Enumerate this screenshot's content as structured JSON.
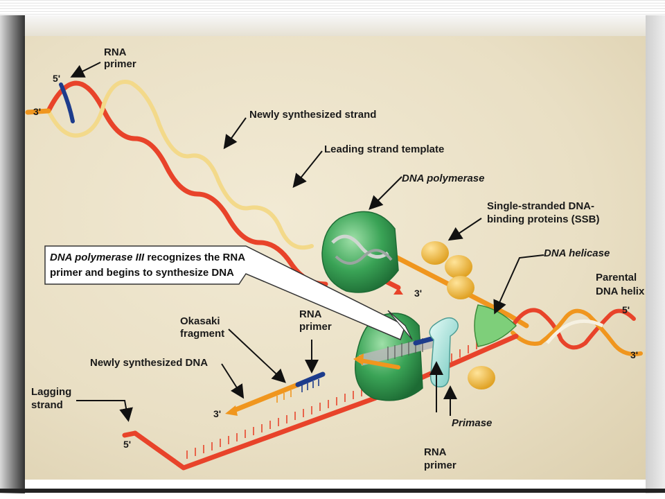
{
  "labels": {
    "rna_primer_top": [
      "RNA",
      "primer"
    ],
    "newly_synthesized_strand": "Newly synthesized strand",
    "leading_strand_template": "Leading strand template",
    "dna_polymerase": "DNA polymerase",
    "ssb": [
      "Single-stranded DNA-",
      "binding proteins (SSB)"
    ],
    "dna_helicase": "DNA helicase",
    "parental_helix": [
      "Parental",
      "DNA helix"
    ],
    "okazaki_fragment": [
      "Okasaki",
      "fragment"
    ],
    "rna_primer_mid": [
      "RNA",
      "primer"
    ],
    "newly_synthesized_dna": "Newly synthesized DNA",
    "lagging_strand": [
      "Lagging",
      "strand"
    ],
    "primase": "Primase",
    "rna_primer_bottom": [
      "RNA",
      "primer"
    ]
  },
  "callout": {
    "line1_italic": "DNA polymerase III",
    "line1_rest": " recognizes the RNA",
    "line2": "primer and begins to synthesize DNA"
  },
  "ends": {
    "five_prime": "5'",
    "three_prime": "3'"
  },
  "colors": {
    "red_strand": "#e8432a",
    "orange_strand": "#f0961e",
    "pale_strand": "#f3d98a",
    "white_strand": "#f6f1e2",
    "blue_primer": "#1d3c8c",
    "polymerase_green": "#3aa356",
    "ssb_yellow": "#f2b733",
    "helicase_green": "#7ecf7a",
    "primase_teal": "#a8e3dc"
  }
}
